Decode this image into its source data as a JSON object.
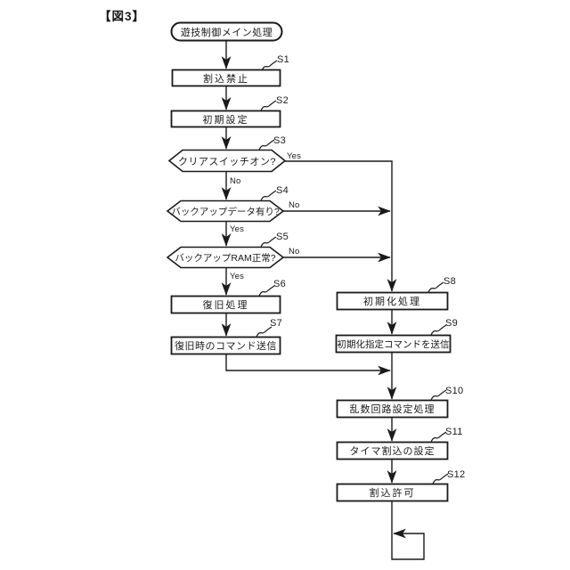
{
  "figure": {
    "caption": "【図3】"
  },
  "flowchart": {
    "start": {
      "label": "遊技制御メイン処理"
    },
    "nodes": [
      {
        "step": "S1",
        "type": "process",
        "label": "割込禁止"
      },
      {
        "step": "S2",
        "type": "process",
        "label": "初期設定"
      },
      {
        "step": "S3",
        "type": "decision",
        "label": "クリアスイッチオン?"
      },
      {
        "step": "S4",
        "type": "decision",
        "label": "バックアップデータ有り?"
      },
      {
        "step": "S5",
        "type": "decision",
        "label": "バックアップRAM正常?"
      },
      {
        "step": "S6",
        "type": "process",
        "label": "復旧処理"
      },
      {
        "step": "S7",
        "type": "process",
        "label": "復旧時のコマンド送信"
      },
      {
        "step": "S8",
        "type": "process",
        "label": "初期化処理"
      },
      {
        "step": "S9",
        "type": "process",
        "label": "初期化指定コマンドを送信"
      },
      {
        "step": "S10",
        "type": "process",
        "label": "乱数回路設定処理"
      },
      {
        "step": "S11",
        "type": "process",
        "label": "タイマ割込の設定"
      },
      {
        "step": "S12",
        "type": "process",
        "label": "割込許可"
      }
    ],
    "branches": {
      "s3_yes": "Yes",
      "s3_no": "No",
      "s4_no": "No",
      "s4_yes": "Yes",
      "s5_no": "No",
      "s5_yes": "Yes"
    },
    "colors": {
      "ink": "#1a1a1a",
      "background": "#ffffff"
    }
  }
}
